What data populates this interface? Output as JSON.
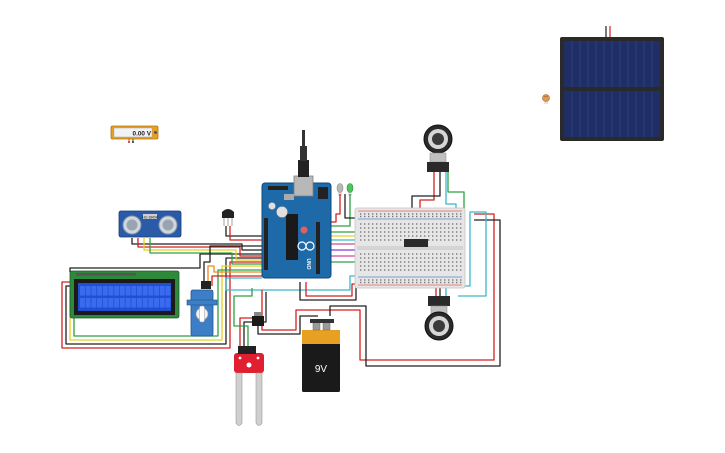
{
  "multimeter": {
    "reading": "0.00 V"
  },
  "battery": {
    "label": "9V"
  },
  "sensor": {
    "label": "HC-SR04"
  },
  "board": {
    "label": "UNO"
  },
  "colors": {
    "wire_red": "#d42020",
    "wire_black": "#222222",
    "wire_green": "#2ea040",
    "wire_yellow": "#e8d020",
    "wire_cyan": "#3ab8c8",
    "wire_orange": "#e88a20",
    "wire_purple": "#8a3ac8",
    "wire_pink": "#d84890",
    "arduino_blue": "#1e6aa8",
    "lcd_blue": "#2050d0",
    "lcd_pcb": "#2e8a3a",
    "breadboard": "#e6e6e6",
    "solar_panel": "#1f2f66",
    "moisture_pcb": "#e02030"
  },
  "icons": [
    "multimeter-icon",
    "ultrasonic-sensor-icon",
    "lcd-display-icon",
    "servo-icon",
    "arduino-board-icon",
    "breadboard-icon",
    "potentiometer-icon",
    "battery-icon",
    "soil-moisture-sensor-icon",
    "solar-panel-icon",
    "resistor-icon",
    "led-icon",
    "temperature-sensor-icon",
    "ic-chip-icon",
    "usb-cable-icon"
  ]
}
